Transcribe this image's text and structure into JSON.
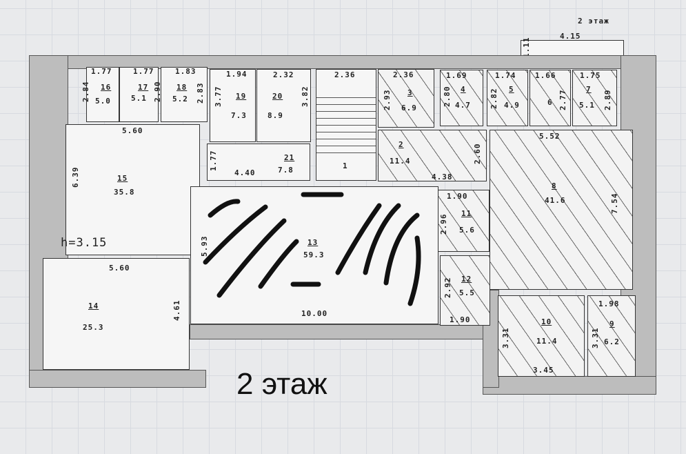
{
  "header": {
    "floor_label": "2 этаж",
    "porch_width": "4.15",
    "porch_depth": "1.11"
  },
  "caption": "2 этаж",
  "ceiling_height": "h=3.15",
  "rooms": {
    "r1": {
      "num": "1",
      "w": "2.36"
    },
    "r2": {
      "num": "2",
      "area": "11.4",
      "w": "4.38",
      "d": "2.60"
    },
    "r3": {
      "num": "3",
      "area": "6.9",
      "w": "2.36",
      "d": "2.93"
    },
    "r4": {
      "num": "4",
      "area": "4.7",
      "w": "1.69",
      "d": "2.80"
    },
    "r5": {
      "num": "5",
      "area": "4.9",
      "w": "1.74",
      "d": "2.82"
    },
    "r6": {
      "num": "6",
      "w": "1.66",
      "d": "2.77"
    },
    "r7": {
      "num": "7",
      "area": "5.1",
      "w": "1.75",
      "d": "2.89"
    },
    "r8": {
      "num": "8",
      "area": "41.6",
      "w": "5.52",
      "d": "7.54"
    },
    "r9": {
      "num": "9",
      "area": "6.2",
      "w": "1.98",
      "d": "3.31"
    },
    "r10": {
      "num": "10",
      "area": "11.4",
      "w": "3.45",
      "d": "3.31"
    },
    "r11": {
      "num": "11",
      "area": "5.6",
      "w": "1.90",
      "d": "2.96"
    },
    "r12": {
      "num": "12",
      "area": "5.5",
      "w": "1.90",
      "d": "2.92"
    },
    "r13": {
      "num": "13",
      "area": "59.3",
      "w": "10.00",
      "d": "5.93"
    },
    "r14": {
      "num": "14",
      "area": "25.3",
      "w": "5.60",
      "d": "4.61"
    },
    "r15": {
      "num": "15",
      "area": "35.8",
      "w": "5.60",
      "d": "6.39"
    },
    "r16": {
      "num": "16",
      "area": "5.0",
      "w": "1.77",
      "d": "2.84"
    },
    "r17": {
      "num": "17",
      "area": "5.1",
      "w": "1.77",
      "d": "2.90"
    },
    "r18": {
      "num": "18",
      "area": "5.2",
      "w": "1.83",
      "d": "2.83"
    },
    "r19": {
      "num": "19",
      "area": "7.3",
      "w": "1.94",
      "d": "3.77"
    },
    "r20": {
      "num": "20",
      "area": "8.9",
      "w": "2.32",
      "d": "3.82"
    },
    "r21": {
      "num": "21",
      "area": "7.8",
      "w": "4.40",
      "d": "1.77"
    }
  }
}
